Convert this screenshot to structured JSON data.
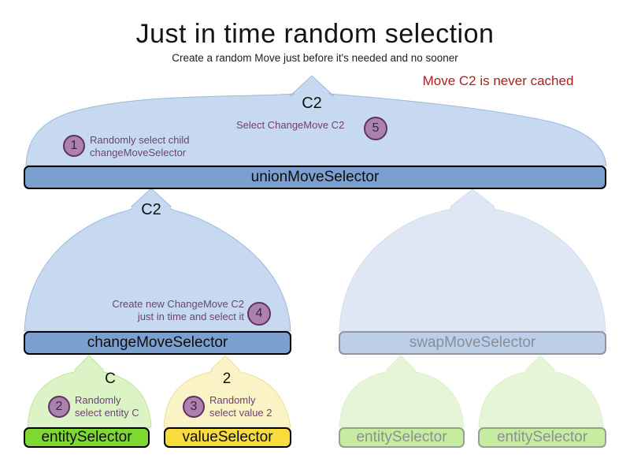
{
  "title": "Just in time random selection",
  "subtitle": "Create a random Move just before it's needed and no sooner",
  "note": "Move C2 is never cached",
  "colors": {
    "selector_blue": "#7ba0d0",
    "funnel_blue": "#c6d9f0",
    "faded_blue": "#bdcee7",
    "selector_green": "#7ed832",
    "selector_yellow": "#f8dc3d",
    "step_purple": "#ab82ae",
    "annotation_purple": "#6e4276",
    "note_red": "#b01d1d"
  },
  "selectors": {
    "union": "unionMoveSelector",
    "change": "changeMoveSelector",
    "swap": "swapMoveSelector",
    "entity": "entitySelector",
    "value": "valueSelector",
    "entity_faded_1": "entitySelector",
    "entity_faded_2": "entitySelector"
  },
  "outputs": {
    "union_move": "C2",
    "change_move": "C2",
    "entity": "C",
    "value": "2"
  },
  "steps": [
    {
      "num": "1",
      "lines": [
        "Randomly select child",
        "changeMoveSelector"
      ]
    },
    {
      "num": "2",
      "lines": [
        "Randomly",
        "select entity C"
      ]
    },
    {
      "num": "3",
      "lines": [
        "Randomly",
        "select value 2"
      ]
    },
    {
      "num": "4",
      "lines": [
        "Create new ChangeMove C2",
        "just in time and select it"
      ]
    },
    {
      "num": "5",
      "lines": [
        "Select ChangeMove C2"
      ]
    }
  ]
}
